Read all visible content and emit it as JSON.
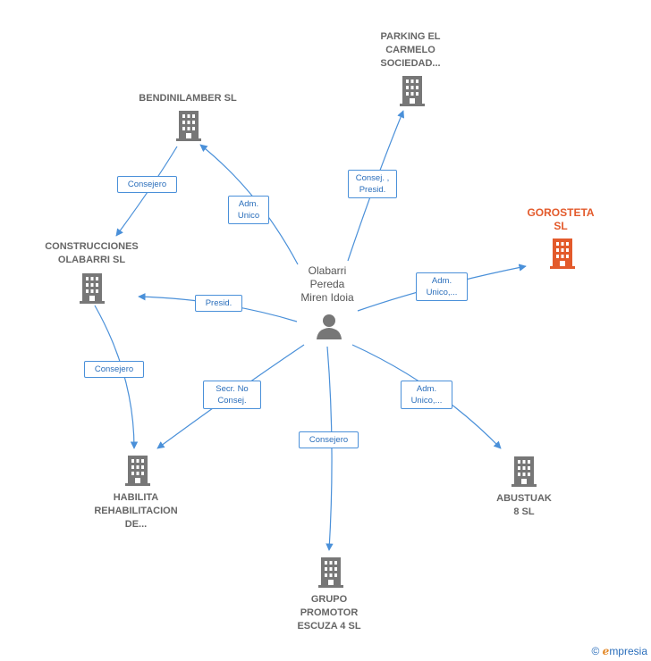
{
  "center": {
    "name": "Olabarri\nPereda\nMiren Idoia"
  },
  "nodes": {
    "parking": "PARKING EL\nCARMELO\nSOCIEDAD...",
    "bendinilamber": "BENDINILAMBER SL",
    "gorosteta": "GOROSTETA\nSL",
    "construcciones": "CONSTRUCCIONES\nOLABARRI SL",
    "habilita": "HABILITA\nREHABILITACION\nDE...",
    "abustuak": "ABUSTUAK\n8  SL",
    "grupo": "GRUPO\nPROMOTOR\nESCUZA 4  SL"
  },
  "edges": {
    "consej_presid": "Consej. ,\nPresid.",
    "adm_unico_bend": "Adm.\nUnico",
    "consejero_bend": "Consejero",
    "adm_unico_gor": "Adm.\nUnico,...",
    "presid": "Presid.",
    "consejero_constr": "Consejero",
    "secr": "Secr.  No\nConsej.",
    "consejero_grupo": "Consejero",
    "adm_unico_abus": "Adm.\nUnico,..."
  },
  "colors": {
    "edge": "#4a90d9",
    "building": "#777777",
    "highlight": "#e35a2b"
  },
  "footer": {
    "copyright": "©",
    "brand_initial": "e",
    "brand_rest": "mpresia"
  }
}
